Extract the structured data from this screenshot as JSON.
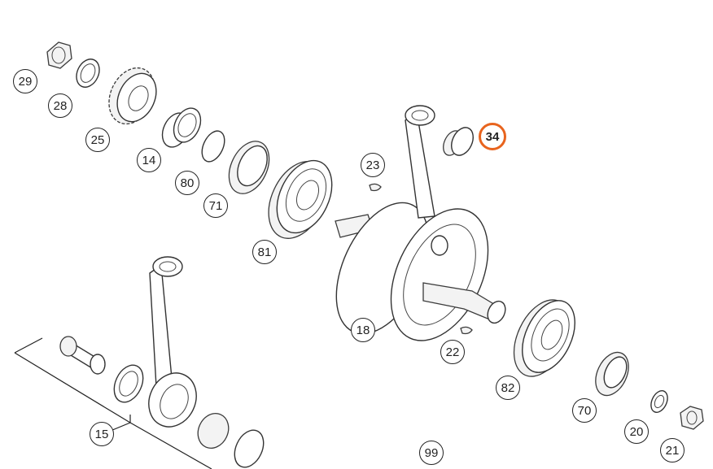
{
  "diagram": {
    "highlight_color": "#e8641e",
    "callouts": [
      {
        "id": "29",
        "label": "29"
      },
      {
        "id": "28",
        "label": "28"
      },
      {
        "id": "25",
        "label": "25"
      },
      {
        "id": "14",
        "label": "14"
      },
      {
        "id": "80",
        "label": "80"
      },
      {
        "id": "71",
        "label": "71"
      },
      {
        "id": "81",
        "label": "81"
      },
      {
        "id": "23",
        "label": "23"
      },
      {
        "id": "34",
        "label": "34",
        "highlighted": true
      },
      {
        "id": "18",
        "label": "18"
      },
      {
        "id": "22",
        "label": "22"
      },
      {
        "id": "82",
        "label": "82"
      },
      {
        "id": "70",
        "label": "70"
      },
      {
        "id": "20",
        "label": "20"
      },
      {
        "id": "21",
        "label": "21"
      },
      {
        "id": "15",
        "label": "15"
      },
      {
        "id": "99",
        "label": "99"
      }
    ]
  }
}
